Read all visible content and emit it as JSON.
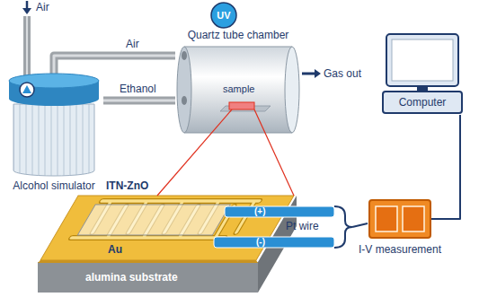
{
  "diagram": {
    "nodes": [
      {
        "text": [
          "Alcohol simulator"
        ]
      },
      {
        "text": [
          "Quartz tube chamber",
          "sample"
        ]
      },
      {
        "text": [
          "UV"
        ]
      },
      {
        "text": [
          "Computer"
        ]
      },
      {
        "text": [
          "I-V measurement"
        ]
      }
    ],
    "edges": [
      {
        "from": 0,
        "to": 1,
        "arrow": "none",
        "label": "Air"
      },
      {
        "from": 0,
        "to": 1,
        "arrow": "none",
        "label": "Ethanol"
      },
      {
        "from": 4,
        "to": 3,
        "arrow": "none"
      }
    ],
    "labels": [
      "Air",
      "Gas out",
      "ITN-ZnO",
      "(+)",
      "(-)",
      "Pt wire",
      "Au",
      "alumina substrate"
    ]
  }
}
